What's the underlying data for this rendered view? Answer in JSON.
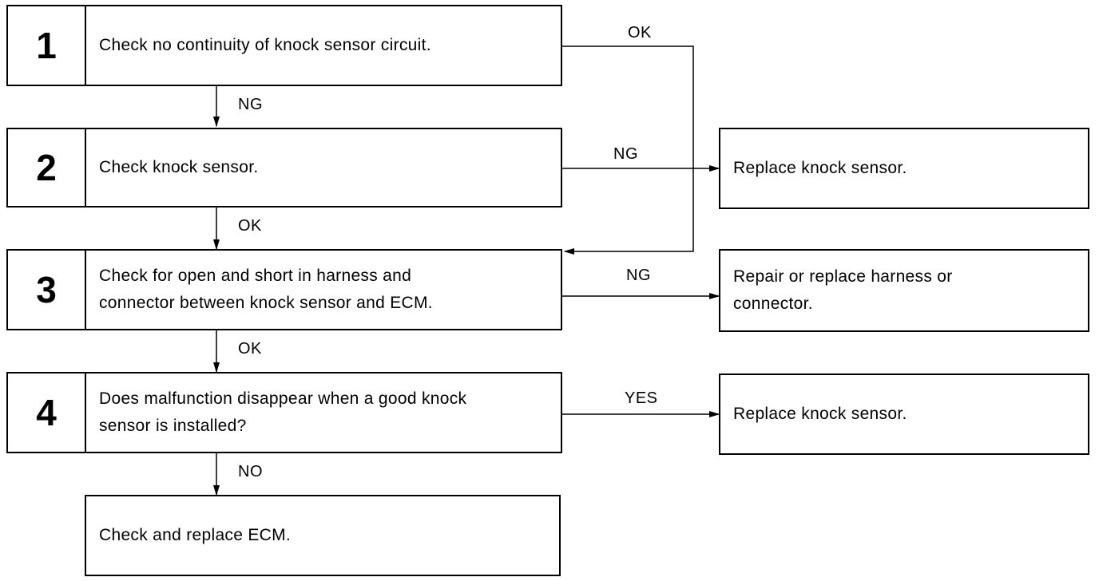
{
  "steps": [
    {
      "num": "1",
      "lines": [
        "Check no continuity of knock sensor circuit."
      ]
    },
    {
      "num": "2",
      "lines": [
        "Check knock sensor."
      ]
    },
    {
      "num": "3",
      "lines": [
        "Check for open and short in harness and",
        "connector between knock sensor and ECM."
      ]
    },
    {
      "num": "4",
      "lines": [
        "Does malfunction disappear when a good knock",
        "sensor is installed?"
      ]
    }
  ],
  "final_step": {
    "lines": [
      "Check and replace ECM."
    ]
  },
  "results": [
    {
      "lines": [
        "Replace knock sensor."
      ]
    },
    {
      "lines": [
        "Repair or replace harness or",
        "connector."
      ]
    },
    {
      "lines": [
        "Replace knock sensor."
      ]
    }
  ],
  "labels": {
    "s1_ok": "OK",
    "s1_ng": "NG",
    "s2_ng": "NG",
    "s2_ok": "OK",
    "s3_ng": "NG",
    "s3_ok": "OK",
    "s4_yes": "YES",
    "s4_no": "NO"
  }
}
